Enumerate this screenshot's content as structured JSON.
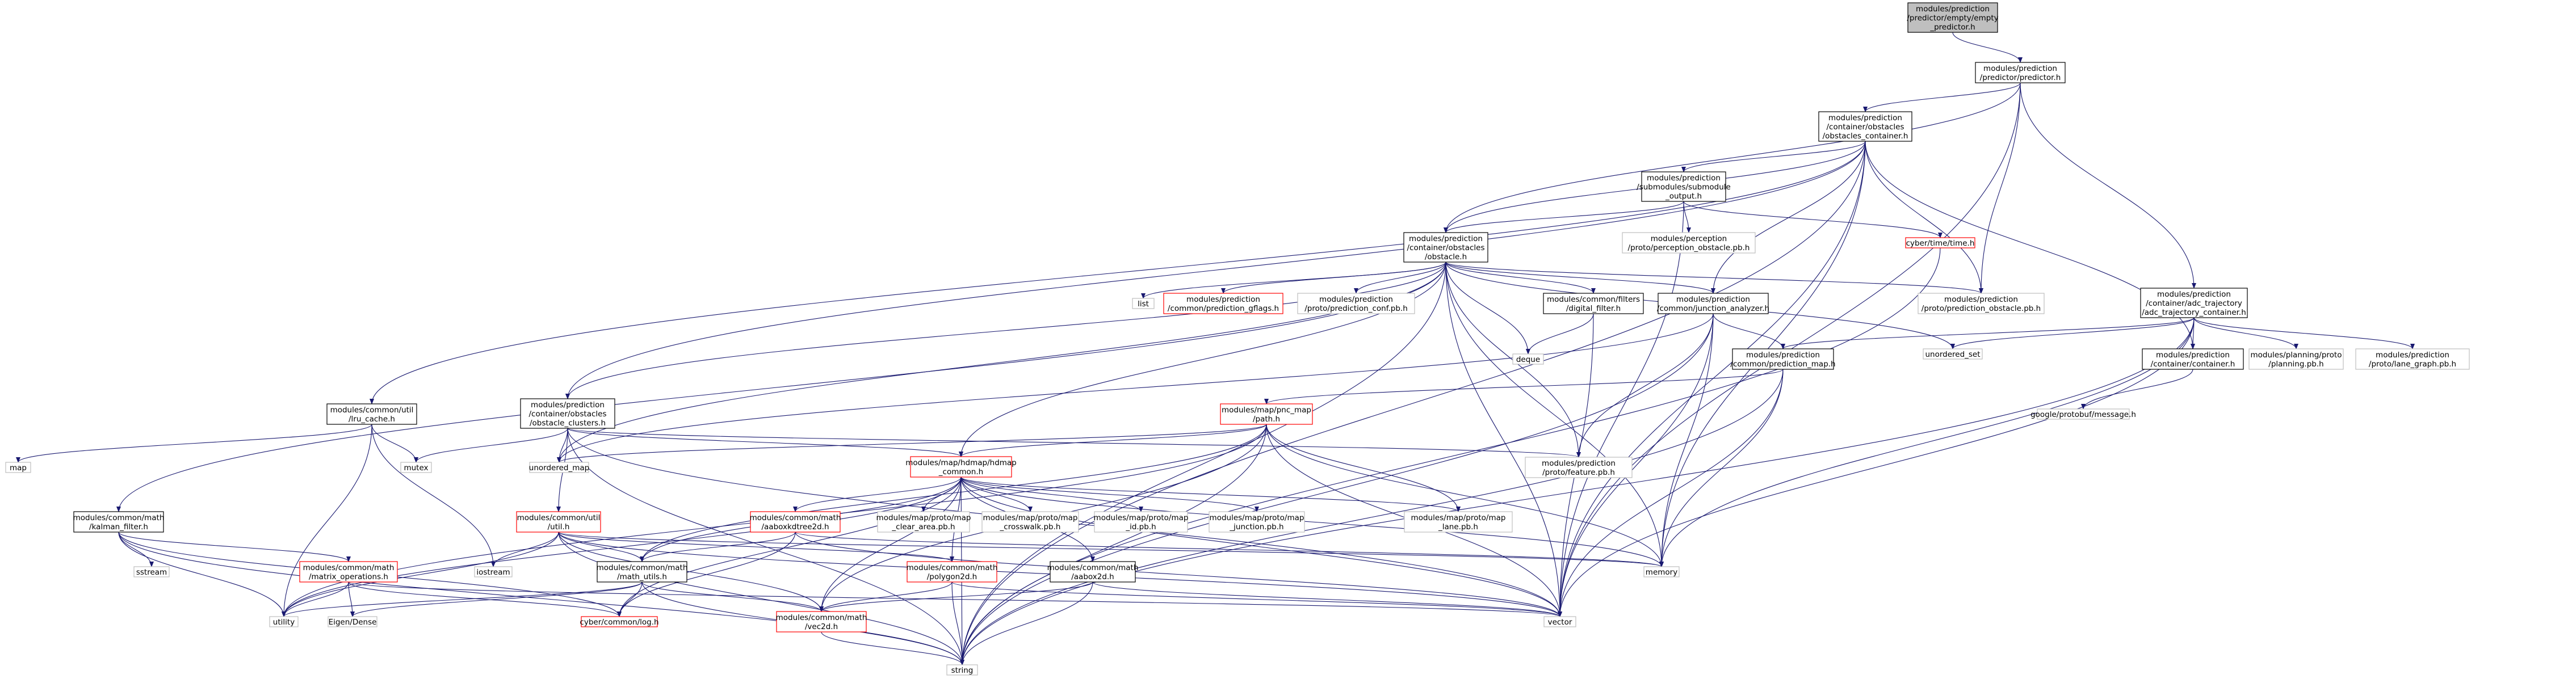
{
  "colors": {
    "edge": "#191970",
    "root_fill": "#bfbfbf",
    "root_border": "#000000",
    "node_fill": "#ffffff",
    "documented_border": "#000000",
    "undocumented_border": "#ff0000",
    "external_border": "#bfbfbf",
    "text": "#000000"
  },
  "nodes": [
    {
      "id": "empty_predictor",
      "kind": "root",
      "lines": [
        "modules/prediction",
        "/predictor/empty/empty",
        "_predictor.h"
      ]
    },
    {
      "id": "predictor",
      "kind": "doc",
      "lines": [
        "modules/prediction",
        "/predictor/predictor.h"
      ]
    },
    {
      "id": "obstacles_container",
      "kind": "doc",
      "lines": [
        "modules/prediction",
        "/container/obstacles",
        "/obstacles_container.h"
      ]
    },
    {
      "id": "submodule_output",
      "kind": "doc",
      "lines": [
        "modules/prediction",
        "/submodules/submodule",
        "_output.h"
      ]
    },
    {
      "id": "obstacle",
      "kind": "doc",
      "lines": [
        "modules/prediction",
        "/container/obstacles",
        "/obstacle.h"
      ]
    },
    {
      "id": "perception_obstacle_pb",
      "kind": "ext",
      "lines": [
        "modules/perception",
        "/proto/perception_obstacle.pb.h"
      ]
    },
    {
      "id": "cyber_time",
      "kind": "undoc",
      "lines": [
        "cyber/time/time.h"
      ]
    },
    {
      "id": "prediction_obstacle_pb",
      "kind": "ext",
      "lines": [
        "modules/prediction",
        "/proto/prediction_obstacle.pb.h"
      ]
    },
    {
      "id": "adc_trajectory_container",
      "kind": "doc",
      "lines": [
        "modules/prediction",
        "/container/adc_trajectory",
        "/adc_trajectory_container.h"
      ]
    },
    {
      "id": "list",
      "kind": "ext",
      "lines": [
        "list"
      ]
    },
    {
      "id": "prediction_gflags",
      "kind": "undoc",
      "lines": [
        "modules/prediction",
        "/common/prediction_gflags.h"
      ]
    },
    {
      "id": "prediction_conf_pb",
      "kind": "ext",
      "lines": [
        "modules/prediction",
        "/proto/prediction_conf.pb.h"
      ]
    },
    {
      "id": "digital_filter",
      "kind": "doc",
      "lines": [
        "modules/common/filters",
        "/digital_filter.h"
      ]
    },
    {
      "id": "junction_analyzer",
      "kind": "doc",
      "lines": [
        "modules/prediction",
        "/common/junction_analyzer.h"
      ]
    },
    {
      "id": "unordered_set",
      "kind": "ext",
      "lines": [
        "unordered_set"
      ]
    },
    {
      "id": "deque",
      "kind": "ext",
      "lines": [
        "deque"
      ]
    },
    {
      "id": "prediction_map",
      "kind": "doc",
      "lines": [
        "modules/prediction",
        "/common/prediction_map.h"
      ]
    },
    {
      "id": "container_h",
      "kind": "doc",
      "lines": [
        "modules/prediction",
        "/container/container.h"
      ]
    },
    {
      "id": "planning_pb",
      "kind": "ext",
      "lines": [
        "modules/planning/proto",
        "/planning.pb.h"
      ]
    },
    {
      "id": "lane_graph_pb",
      "kind": "ext",
      "lines": [
        "modules/prediction",
        "/proto/lane_graph.pb.h"
      ]
    },
    {
      "id": "protobuf_message",
      "kind": "ext",
      "lines": [
        "google/protobuf/message.h"
      ]
    },
    {
      "id": "lru_cache",
      "kind": "doc",
      "lines": [
        "modules/common/util",
        "/lru_cache.h"
      ]
    },
    {
      "id": "obstacle_clusters",
      "kind": "doc",
      "lines": [
        "modules/prediction",
        "/container/obstacles",
        "/obstacle_clusters.h"
      ]
    },
    {
      "id": "pnc_path",
      "kind": "undoc",
      "lines": [
        "modules/map/pnc_map",
        "/path.h"
      ]
    },
    {
      "id": "map",
      "kind": "ext",
      "lines": [
        "map"
      ]
    },
    {
      "id": "mutex",
      "kind": "ext",
      "lines": [
        "mutex"
      ]
    },
    {
      "id": "unordered_map",
      "kind": "ext",
      "lines": [
        "unordered_map"
      ]
    },
    {
      "id": "feature_pb",
      "kind": "ext",
      "lines": [
        "modules/prediction",
        "/proto/feature.pb.h"
      ]
    },
    {
      "id": "hdmap_common",
      "kind": "undoc",
      "lines": [
        "modules/map/hdmap/hdmap",
        "_common.h"
      ]
    },
    {
      "id": "kalman_filter",
      "kind": "doc",
      "lines": [
        "modules/common/math",
        "/kalman_filter.h"
      ]
    },
    {
      "id": "util_h",
      "kind": "undoc",
      "lines": [
        "modules/common/util",
        "/util.h"
      ]
    },
    {
      "id": "aaboxkdtree2d",
      "kind": "undoc",
      "lines": [
        "modules/common/math",
        "/aaboxkdtree2d.h"
      ]
    },
    {
      "id": "clear_area_pb",
      "kind": "ext",
      "lines": [
        "modules/map/proto/map",
        "_clear_area.pb.h"
      ]
    },
    {
      "id": "crosswalk_pb",
      "kind": "ext",
      "lines": [
        "modules/map/proto/map",
        "_crosswalk.pb.h"
      ]
    },
    {
      "id": "id_pb",
      "kind": "ext",
      "lines": [
        "modules/map/proto/map",
        "_id.pb.h"
      ]
    },
    {
      "id": "junction_pb",
      "kind": "ext",
      "lines": [
        "modules/map/proto/map",
        "_junction.pb.h"
      ]
    },
    {
      "id": "lane_pb",
      "kind": "ext",
      "lines": [
        "modules/map/proto/map",
        "_lane.pb.h"
      ]
    },
    {
      "id": "sstream",
      "kind": "ext",
      "lines": [
        "sstream"
      ]
    },
    {
      "id": "matrix_operations",
      "kind": "undoc",
      "lines": [
        "modules/common/math",
        "/matrix_operations.h"
      ]
    },
    {
      "id": "iostream",
      "kind": "ext",
      "lines": [
        "iostream"
      ]
    },
    {
      "id": "math_utils",
      "kind": "doc",
      "lines": [
        "modules/common/math",
        "/math_utils.h"
      ]
    },
    {
      "id": "polygon2d",
      "kind": "undoc",
      "lines": [
        "modules/common/math",
        "/polygon2d.h"
      ]
    },
    {
      "id": "aabox2d",
      "kind": "doc",
      "lines": [
        "modules/common/math",
        "/aabox2d.h"
      ]
    },
    {
      "id": "memory",
      "kind": "ext",
      "lines": [
        "memory"
      ]
    },
    {
      "id": "utility",
      "kind": "ext",
      "lines": [
        "utility"
      ]
    },
    {
      "id": "eigen_dense",
      "kind": "ext",
      "lines": [
        "Eigen/Dense"
      ]
    },
    {
      "id": "cyber_log",
      "kind": "undoc",
      "lines": [
        "cyber/common/log.h"
      ]
    },
    {
      "id": "vec2d",
      "kind": "undoc",
      "lines": [
        "modules/common/math",
        "/vec2d.h"
      ]
    },
    {
      "id": "vector",
      "kind": "ext",
      "lines": [
        "vector"
      ]
    },
    {
      "id": "string",
      "kind": "ext",
      "lines": [
        "string"
      ]
    }
  ],
  "edges": [
    [
      "empty_predictor",
      "predictor"
    ],
    [
      "predictor",
      "obstacles_container"
    ],
    [
      "predictor",
      "adc_trajectory_container"
    ],
    [
      "predictor",
      "prediction_obstacle_pb"
    ],
    [
      "predictor",
      "vector"
    ],
    [
      "predictor",
      "obstacle"
    ],
    [
      "obstacles_container",
      "submodule_output"
    ],
    [
      "obstacles_container",
      "obstacle"
    ],
    [
      "obstacles_container",
      "obstacle_clusters"
    ],
    [
      "obstacles_container",
      "lru_cache"
    ],
    [
      "obstacles_container",
      "prediction_obstacle_pb"
    ],
    [
      "obstacles_container",
      "container_h"
    ],
    [
      "obstacles_container",
      "junction_analyzer"
    ],
    [
      "obstacles_container",
      "memory"
    ],
    [
      "obstacles_container",
      "string"
    ],
    [
      "obstacles_container",
      "vector"
    ],
    [
      "submodule_output",
      "obstacle"
    ],
    [
      "submodule_output",
      "perception_obstacle_pb"
    ],
    [
      "submodule_output",
      "cyber_time"
    ],
    [
      "submodule_output",
      "vector"
    ],
    [
      "cyber_time",
      "string"
    ],
    [
      "obstacle",
      "list"
    ],
    [
      "obstacle",
      "prediction_gflags"
    ],
    [
      "obstacle",
      "prediction_conf_pb"
    ],
    [
      "obstacle",
      "prediction_obstacle_pb"
    ],
    [
      "obstacle",
      "digital_filter"
    ],
    [
      "obstacle",
      "junction_analyzer"
    ],
    [
      "obstacle",
      "deque"
    ],
    [
      "obstacle",
      "unordered_set"
    ],
    [
      "obstacle",
      "obstacle_clusters"
    ],
    [
      "obstacle",
      "hdmap_common"
    ],
    [
      "obstacle",
      "kalman_filter"
    ],
    [
      "obstacle",
      "feature_pb"
    ],
    [
      "obstacle",
      "memory"
    ],
    [
      "obstacle",
      "string"
    ],
    [
      "obstacle",
      "vector"
    ],
    [
      "obstacle",
      "unordered_map"
    ],
    [
      "digital_filter",
      "deque"
    ],
    [
      "digital_filter",
      "vector"
    ],
    [
      "junction_analyzer",
      "prediction_map"
    ],
    [
      "junction_analyzer",
      "feature_pb"
    ],
    [
      "junction_analyzer",
      "unordered_map"
    ],
    [
      "junction_analyzer",
      "memory"
    ],
    [
      "junction_analyzer",
      "string"
    ],
    [
      "junction_analyzer",
      "vector"
    ],
    [
      "adc_trajectory_container",
      "container_h"
    ],
    [
      "adc_trajectory_container",
      "prediction_map"
    ],
    [
      "adc_trajectory_container",
      "planning_pb"
    ],
    [
      "adc_trajectory_container",
      "lane_graph_pb"
    ],
    [
      "adc_trajectory_container",
      "unordered_set"
    ],
    [
      "adc_trajectory_container",
      "memory"
    ],
    [
      "adc_trajectory_container",
      "string"
    ],
    [
      "adc_trajectory_container",
      "vector"
    ],
    [
      "container_h",
      "protobuf_message"
    ],
    [
      "prediction_map",
      "pnc_path"
    ],
    [
      "prediction_map",
      "memory"
    ],
    [
      "prediction_map",
      "string"
    ],
    [
      "prediction_map",
      "vector"
    ],
    [
      "lru_cache",
      "map"
    ],
    [
      "lru_cache",
      "mutex"
    ],
    [
      "lru_cache",
      "utility"
    ],
    [
      "lru_cache",
      "iostream"
    ],
    [
      "obstacle_clusters",
      "hdmap_common"
    ],
    [
      "obstacle_clusters",
      "feature_pb"
    ],
    [
      "obstacle_clusters",
      "mutex"
    ],
    [
      "obstacle_clusters",
      "unordered_map"
    ],
    [
      "obstacle_clusters",
      "util_h"
    ],
    [
      "obstacle_clusters",
      "string"
    ],
    [
      "obstacle_clusters",
      "vector"
    ],
    [
      "pnc_path",
      "hdmap_common"
    ],
    [
      "pnc_path",
      "lane_pb"
    ],
    [
      "pnc_path",
      "math_utils"
    ],
    [
      "pnc_path",
      "vec2d"
    ],
    [
      "pnc_path",
      "unordered_map"
    ],
    [
      "pnc_path",
      "memory"
    ],
    [
      "pnc_path",
      "string"
    ],
    [
      "pnc_path",
      "vector"
    ],
    [
      "pnc_path",
      "utility"
    ],
    [
      "hdmap_common",
      "aaboxkdtree2d"
    ],
    [
      "hdmap_common",
      "clear_area_pb"
    ],
    [
      "hdmap_common",
      "crosswalk_pb"
    ],
    [
      "hdmap_common",
      "id_pb"
    ],
    [
      "hdmap_common",
      "junction_pb"
    ],
    [
      "hdmap_common",
      "lane_pb"
    ],
    [
      "hdmap_common",
      "math_utils"
    ],
    [
      "hdmap_common",
      "polygon2d"
    ],
    [
      "hdmap_common",
      "aabox2d"
    ],
    [
      "hdmap_common",
      "vec2d"
    ],
    [
      "hdmap_common",
      "cyber_log"
    ],
    [
      "hdmap_common",
      "memory"
    ],
    [
      "hdmap_common",
      "string"
    ],
    [
      "hdmap_common",
      "vector"
    ],
    [
      "hdmap_common",
      "utility"
    ],
    [
      "kalman_filter",
      "matrix_operations"
    ],
    [
      "kalman_filter",
      "cyber_log"
    ],
    [
      "kalman_filter",
      "sstream"
    ],
    [
      "kalman_filter",
      "string"
    ],
    [
      "kalman_filter",
      "utility"
    ],
    [
      "util_h",
      "iostream"
    ],
    [
      "util_h",
      "math_utils"
    ],
    [
      "util_h",
      "polygon2d"
    ],
    [
      "util_h",
      "vec2d"
    ],
    [
      "util_h",
      "memory"
    ],
    [
      "util_h",
      "string"
    ],
    [
      "util_h",
      "vector"
    ],
    [
      "util_h",
      "utility"
    ],
    [
      "aaboxkdtree2d",
      "math_utils"
    ],
    [
      "aaboxkdtree2d",
      "cyber_log"
    ],
    [
      "aaboxkdtree2d",
      "memory"
    ],
    [
      "aaboxkdtree2d",
      "vector"
    ],
    [
      "matrix_operations",
      "utility"
    ],
    [
      "matrix_operations",
      "eigen_dense"
    ],
    [
      "matrix_operations",
      "cyber_log"
    ],
    [
      "matrix_operations",
      "vector"
    ],
    [
      "math_utils",
      "vec2d"
    ],
    [
      "math_utils",
      "utility"
    ],
    [
      "math_utils",
      "eigen_dense"
    ],
    [
      "math_utils",
      "cyber_log"
    ],
    [
      "math_utils",
      "string"
    ],
    [
      "polygon2d",
      "vec2d"
    ],
    [
      "polygon2d",
      "string"
    ],
    [
      "polygon2d",
      "vector"
    ],
    [
      "aabox2d",
      "vec2d"
    ],
    [
      "aabox2d",
      "string"
    ],
    [
      "aabox2d",
      "vector"
    ],
    [
      "vec2d",
      "string"
    ]
  ]
}
